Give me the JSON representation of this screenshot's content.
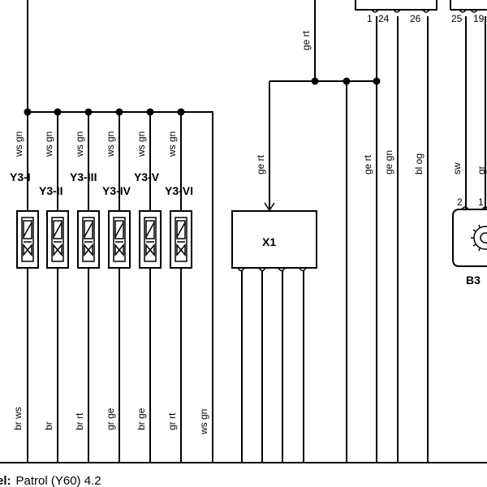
{
  "header_pins": [
    "1",
    "24",
    "26",
    "25",
    "19"
  ],
  "top_wire_color": "ge rt",
  "injector_labels": [
    "Y3-I",
    "Y3-II",
    "Y3-III",
    "Y3-IV",
    "Y3-V",
    "Y3-VI"
  ],
  "injector_top_colors": [
    "ws gn",
    "ws gn",
    "ws gn",
    "ws gn",
    "ws gn",
    "ws gn"
  ],
  "injector_bottom_colors": [
    "br ws",
    "br",
    "br rt",
    "gr ge",
    "br ge",
    "gr rt"
  ],
  "extra_bottom_color": "ws gn",
  "x1": {
    "label": "X1",
    "input_color": "ge rt"
  },
  "right_wire_colors": [
    "ge rt",
    "ge gn",
    "bl og"
  ],
  "b3_wire_colors": [
    "sw",
    "gr"
  ],
  "b3_pins": [
    "2",
    "1"
  ],
  "b3_label": "B3",
  "footer": {
    "prefix": "el:",
    "text": "Patrol (Y60) 4.2"
  }
}
